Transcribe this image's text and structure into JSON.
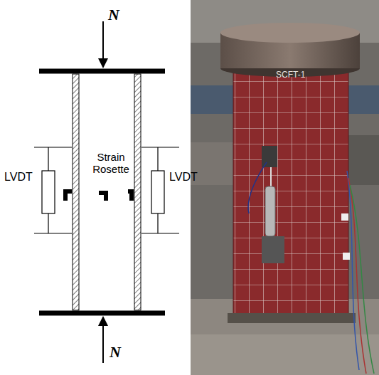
{
  "diagram": {
    "labels": [
      "N",
      "Strain Rosette",
      "LVDT",
      "LVDT",
      "N",
      "SCFT-1"
    ]
  }
}
